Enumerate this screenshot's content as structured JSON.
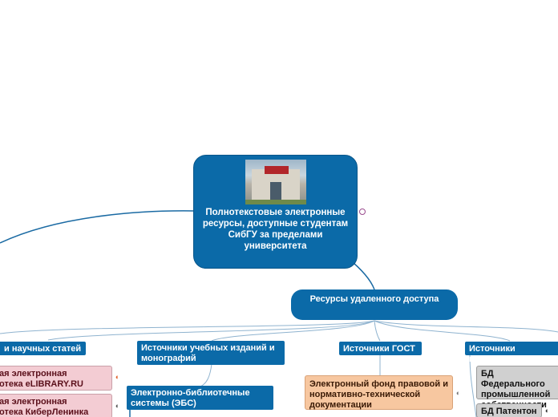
{
  "central": {
    "title": "Полнотекстовые электронные ресурсы, доступные студентам СибГУ за пределами университета"
  },
  "remote": {
    "label": "Ресурсы удаленного доступа"
  },
  "categories": {
    "articles": "и научных статей",
    "textbooks": "Источники учебных изданий и монографий",
    "gost": "Источники ГОСТ",
    "patents": "Источники патентов"
  },
  "article_items": {
    "elibrary": "ая электронная\nотека eLIBRARY.RU",
    "cyberleninka": "ая электронная\nотека КиберЛенинка"
  },
  "textbook_items": {
    "ebs": "Электронно-библиотечные системы (ЭБС)"
  },
  "gost_items": {
    "fund": "Электронный фонд правовой и нормативно-технической документации"
  },
  "patent_items": {
    "fips": "БД Федерального\nпромышленной\nсобственности",
    "patenton": "БД Патентон"
  },
  "colors": {
    "main_blue": "#0b6aa8",
    "pink": "#f3ccd3",
    "orange": "#f7c7a0",
    "grey": "#d0d0d0"
  },
  "icons": {
    "elibrary": "link-icon-orange",
    "cyberleninka": "link-icon",
    "gost": "link-icon",
    "patenton": "link-icon",
    "central": "collapse-toggle-icon"
  }
}
